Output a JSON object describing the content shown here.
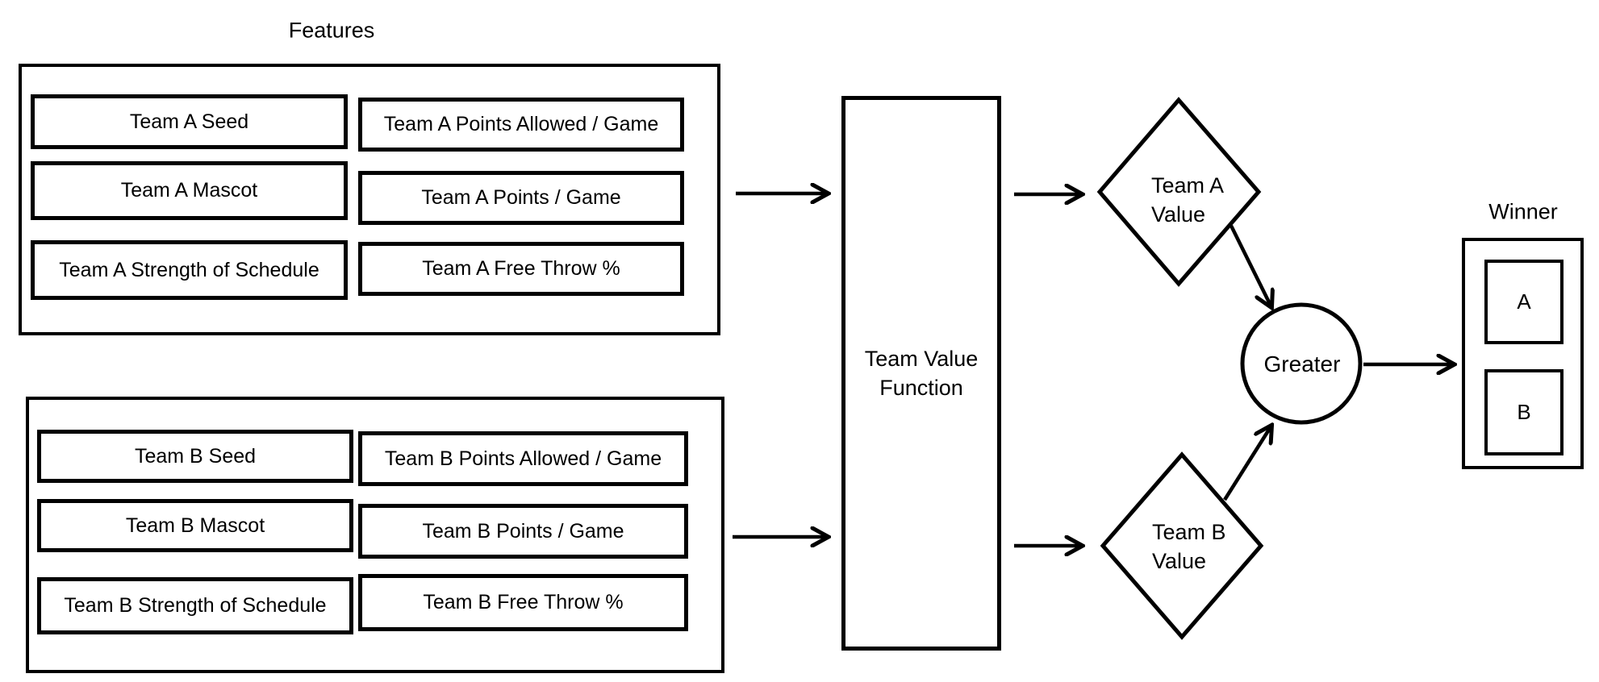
{
  "diagram": {
    "features_label": "Features",
    "team_a": {
      "items": [
        "Team A Seed",
        "Team A Mascot",
        "Team A Strength of Schedule",
        "Team A Points Allowed / Game",
        "Team A Points / Game",
        "Team A Free Throw %"
      ]
    },
    "team_b": {
      "items": [
        "Team B Seed",
        "Team B Mascot",
        "Team B Strength of Schedule",
        "Team B Points Allowed / Game",
        "Team B Points / Game",
        "Team B Free Throw %"
      ]
    },
    "value_function": {
      "label": "Team Value\nFunction"
    },
    "team_a_value": {
      "label": "Team A\nValue"
    },
    "team_b_value": {
      "label": "Team B\nValue"
    },
    "comparator": {
      "label": "Greater"
    },
    "winner": {
      "label": "Winner",
      "options": [
        "A",
        "B"
      ]
    },
    "colors": {
      "stroke": "#000000",
      "background": "#ffffff"
    }
  }
}
